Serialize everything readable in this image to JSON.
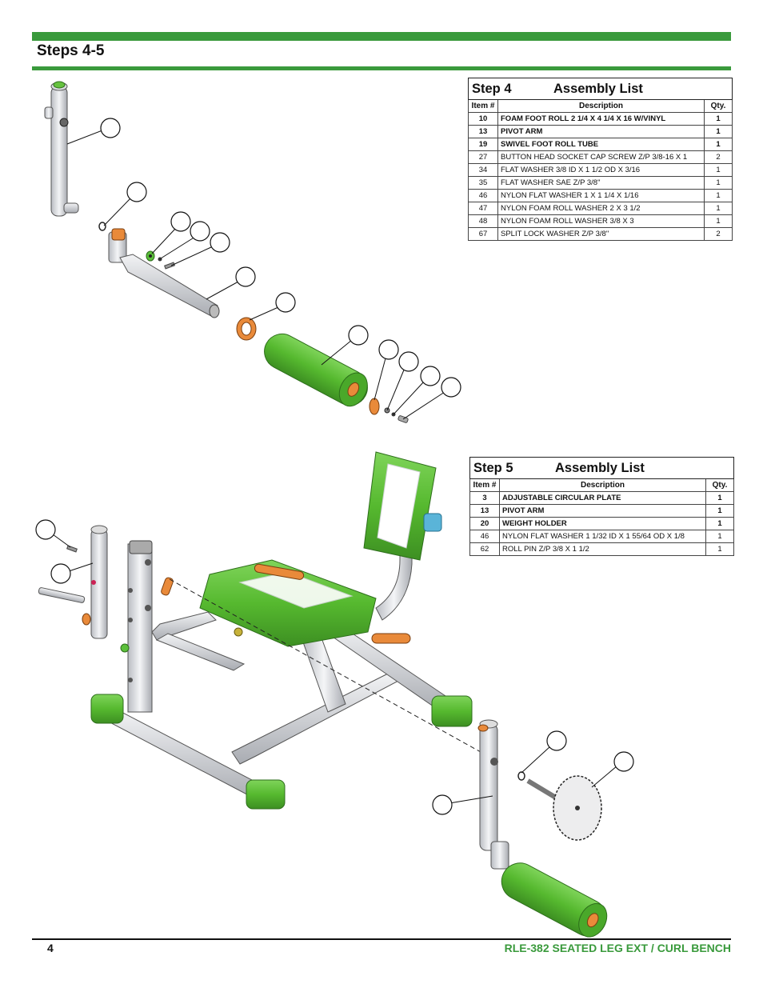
{
  "header": {
    "title": "Steps  4-5"
  },
  "step4": {
    "step_label": "Step 4",
    "list_label": "Assembly List",
    "columns": [
      "Item #",
      "Description",
      "Qty."
    ],
    "rows": [
      {
        "item": "10",
        "desc": "FOAM FOOT ROLL 2 1/4 X 4 1/4 X 16 W/VINYL",
        "qty": "1",
        "bold": true
      },
      {
        "item": "13",
        "desc": "PIVOT ARM",
        "qty": "1",
        "bold": true
      },
      {
        "item": "19",
        "desc": "SWIVEL FOOT ROLL TUBE",
        "qty": "1",
        "bold": true
      },
      {
        "item": "27",
        "desc": "BUTTON HEAD SOCKET CAP SCREW Z/P 3/8-16 X 1",
        "qty": "2",
        "bold": false
      },
      {
        "item": "34",
        "desc": "FLAT WASHER 3/8 ID X 1 1/2 OD X 3/16",
        "qty": "1",
        "bold": false
      },
      {
        "item": "35",
        "desc": "FLAT WASHER SAE Z/P 3/8\"",
        "qty": "1",
        "bold": false
      },
      {
        "item": "46",
        "desc": "NYLON FLAT WASHER 1 X 1 1/4 X 1/16",
        "qty": "1",
        "bold": false
      },
      {
        "item": "47",
        "desc": "NYLON FOAM ROLL WASHER 2 X 3 1/2",
        "qty": "1",
        "bold": false
      },
      {
        "item": "48",
        "desc": "NYLON FOAM ROLL WASHER 3/8 X 3",
        "qty": "1",
        "bold": false
      },
      {
        "item": "67",
        "desc": "SPLIT LOCK WASHER Z/P 3/8\"",
        "qty": "2",
        "bold": false
      }
    ]
  },
  "step5": {
    "step_label": "Step 5",
    "list_label": "Assembly List",
    "columns": [
      "Item #",
      "Description",
      "Qty."
    ],
    "rows": [
      {
        "item": "3",
        "desc": "ADJUSTABLE CIRCULAR PLATE",
        "qty": "1",
        "bold": true
      },
      {
        "item": "13",
        "desc": "PIVOT ARM",
        "qty": "1",
        "bold": true
      },
      {
        "item": "20",
        "desc": "WEIGHT HOLDER",
        "qty": "1",
        "bold": true
      },
      {
        "item": "46",
        "desc": "NYLON FLAT WASHER 1 1/32 ID X 1 55/64 OD X 1/8",
        "qty": "1",
        "bold": false
      },
      {
        "item": "62",
        "desc": "ROLL PIN Z/P 3/8 X 1 1/2",
        "qty": "1",
        "bold": false
      }
    ]
  },
  "footer": {
    "page": "4",
    "product": "RLE-382   SEATED LEG EXT / CURL BENCH"
  },
  "colors": {
    "brand_green": "#3a9a3c",
    "part_green": "#5bbf3a",
    "orange": "#e07a30",
    "blue": "#5ab4d8"
  }
}
